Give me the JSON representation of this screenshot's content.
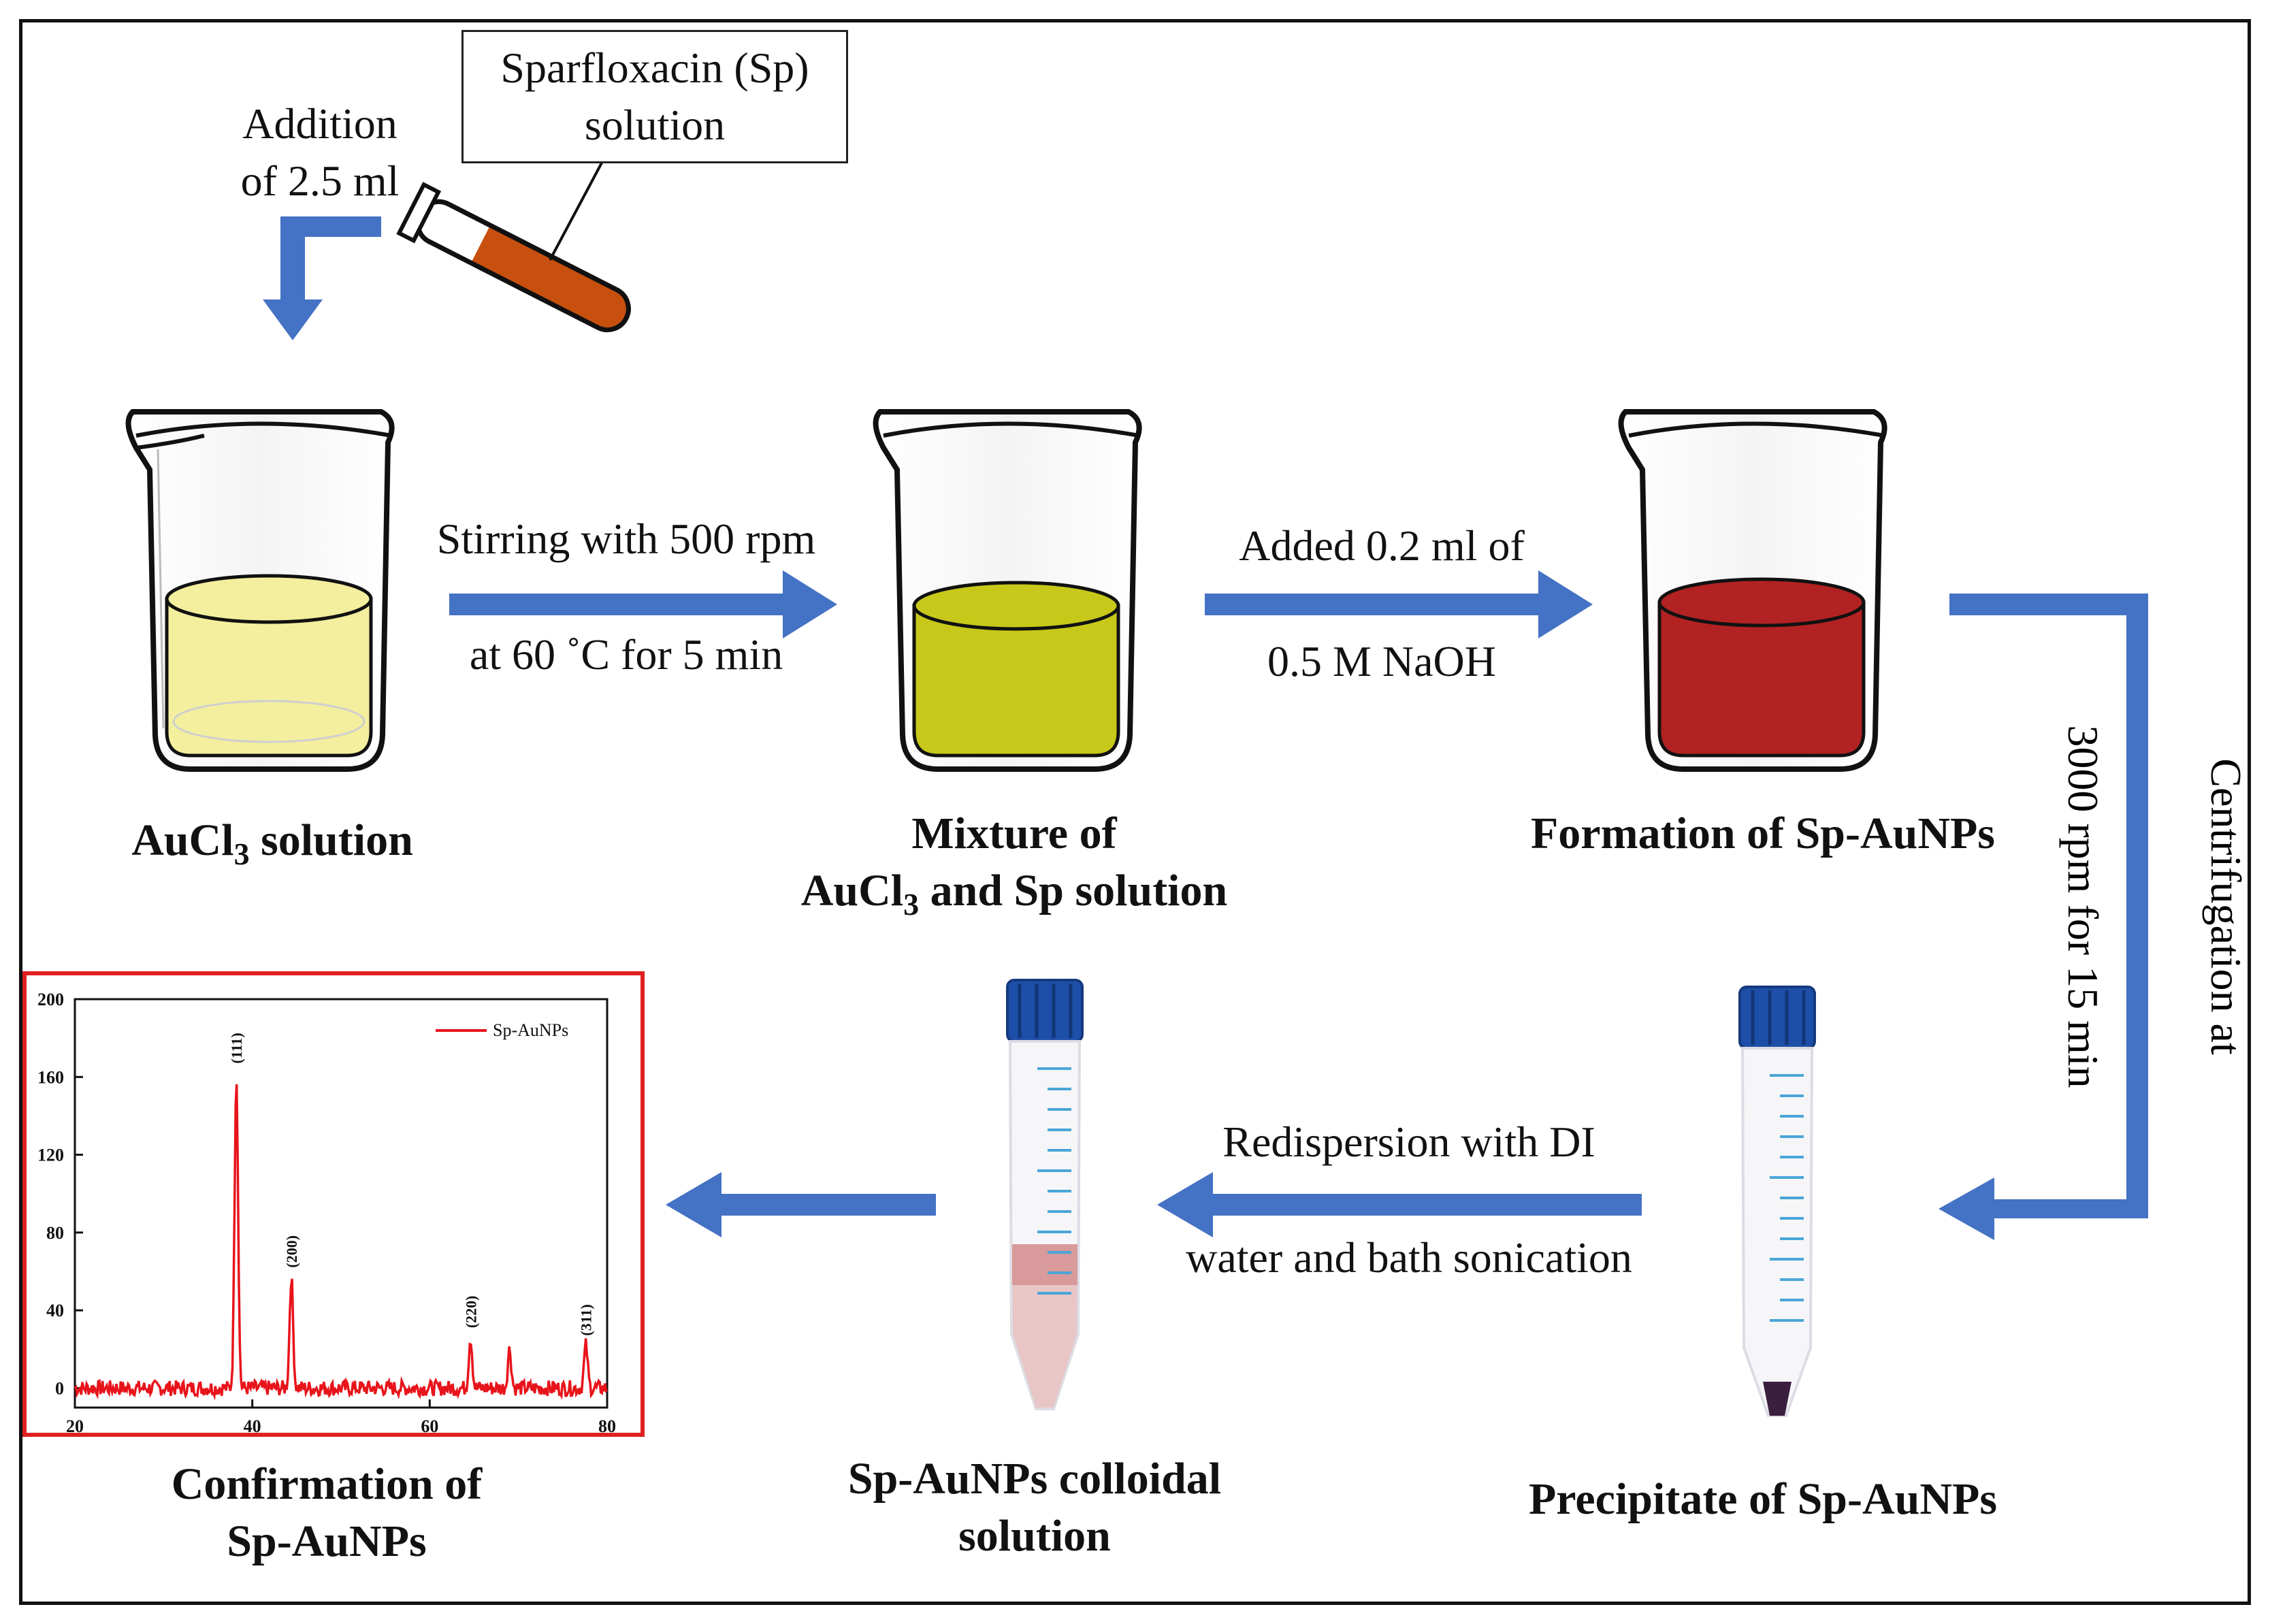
{
  "steps": {
    "addition": {
      "line1": "Addition",
      "line2": "of 2.5 ml"
    },
    "sp_solution_box": {
      "line1": "Sparfloxacin (Sp)",
      "line2": "solution"
    },
    "stirring": {
      "line1": "Stirring with 500 rpm",
      "line2": "at 60 ˚C for 5 min"
    },
    "naoh": {
      "line1": "Added 0.2 ml of",
      "line2": "0.5 M NaOH"
    },
    "centrifugation": {
      "line1": "Centrifugation at",
      "line2": "3000 rpm for 15 min"
    },
    "redispersion": {
      "line1": "Redispersion with DI",
      "line2": "water and bath sonication"
    }
  },
  "captions": {
    "aucl3": {
      "prefix": "AuCl",
      "sub": "3",
      "suffix": " solution"
    },
    "mixture": {
      "line1": "Mixture of",
      "line2_prefix": "AuCl",
      "line2_sub": "3",
      "line2_suffix": " and Sp solution"
    },
    "formation": "Formation of Sp-AuNPs",
    "precipitate": "Precipitate of Sp-AuNPs",
    "colloidal": {
      "line1": "Sp-AuNPs colloidal",
      "line2": "solution"
    },
    "confirmation": {
      "line1": "Confirmation of",
      "line2": "Sp-AuNPs"
    }
  },
  "colors": {
    "arrow": "#4472C4",
    "aucl3_liquid": "#F3EF9E",
    "mixture_liquid": "#C8C81A",
    "auNP_liquid": "#B22222",
    "test_tube_liquid": "#C8500F",
    "xrd_line": "#E8141B",
    "highlight_border": "#E02020"
  },
  "chart_data": {
    "type": "line",
    "title": "",
    "xlabel": "",
    "ylabel": "",
    "xlim": [
      20,
      80
    ],
    "ylim": [
      -10,
      200
    ],
    "xticks": [
      20,
      40,
      60,
      80
    ],
    "yticks": [
      0,
      40,
      80,
      120,
      160,
      200
    ],
    "legend_position": "top-right",
    "series": [
      {
        "name": "Sp-AuNPs",
        "peaks": [
          {
            "x": 38.2,
            "y": 162,
            "label": "(111)"
          },
          {
            "x": 44.4,
            "y": 57,
            "label": "(200)"
          },
          {
            "x": 64.6,
            "y": 26,
            "label": "(220)"
          },
          {
            "x": 69.0,
            "y": 20,
            "label": ""
          },
          {
            "x": 77.6,
            "y": 22,
            "label": "(311)"
          }
        ],
        "baseline": 0
      }
    ]
  }
}
